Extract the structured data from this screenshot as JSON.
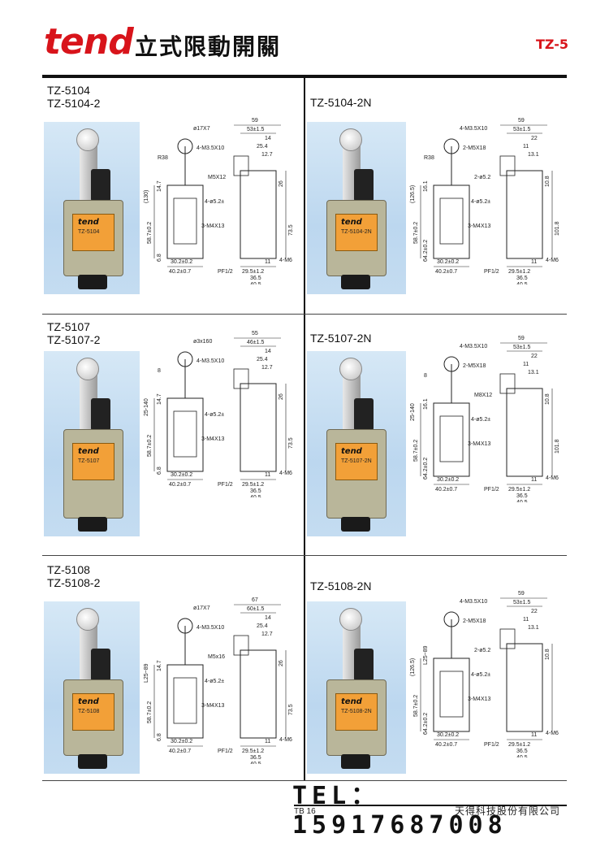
{
  "header": {
    "brand": "tend",
    "title": "立式限動開關",
    "series_code": "TZ-5"
  },
  "colors": {
    "brand_red": "#d8141b",
    "plate_orange": "#f2a038",
    "housing": "#b9b69a",
    "photo_bg": "#c4dcf1"
  },
  "products": [
    {
      "models": [
        "TZ-5104",
        "TZ-5104-2"
      ],
      "plate_brand": "tend",
      "plate_model": "TZ-5104",
      "dims": {
        "d1": "59",
        "d2": "53±1.5",
        "d3": "14",
        "d4": "25.4",
        "d5": "12.7",
        "d6": "26",
        "d7": "73.5",
        "d8": "11",
        "d9": "29.5±1.2",
        "d10": "36.5",
        "d11": "40.5",
        "d12": "30.2±0.2",
        "d13": "40.2±0.7",
        "d14": "58.7±0.2",
        "d15": "(130)",
        "d16": "14.7",
        "d17": "6.8",
        "d18": "R38",
        "n1": "ø17X7",
        "n2": "4-M3.5X10",
        "n3": "M5X12",
        "n4": "4-ø5.2±",
        "n5": "3-M4X13",
        "n6": "4-M6",
        "n7": "PF1/2"
      }
    },
    {
      "models": [
        "TZ-5104-2N"
      ],
      "plate_brand": "tend",
      "plate_model": "TZ-5104-2N",
      "dims": {
        "d1": "59",
        "d2": "53±1.5",
        "d3": "22",
        "d4": "11",
        "d5": "13.1",
        "d6": "10.8",
        "d7": "101.8",
        "d8": "11",
        "d9": "29.5±1.2",
        "d10": "36.5",
        "d11": "40.5",
        "d12": "30.2±0.2",
        "d13": "40.2±0.7",
        "d14": "58.7±0.2",
        "d15": "(126.5)",
        "d16": "16.1",
        "d17": "64.2±0.2",
        "d18": "R38",
        "n1": "4-M3.5X10",
        "n2": "2-M5X18",
        "n3": "2-ø5.2",
        "n4": "4-ø5.2±",
        "n5": "3-M4X13",
        "n6": "4-M6",
        "n7": "PF1/2"
      }
    },
    {
      "models": [
        "TZ-5107",
        "TZ-5107-2"
      ],
      "plate_brand": "tend",
      "plate_model": "TZ-5107",
      "dims": {
        "d1": "55",
        "d2": "46±1.5",
        "d3": "14",
        "d4": "25.4",
        "d5": "12.7",
        "d6": "26",
        "d7": "73.5",
        "d8": "11",
        "d9": "29.5±1.2",
        "d10": "36.5",
        "d11": "40.5",
        "d12": "30.2±0.2",
        "d13": "40.2±0.7",
        "d14": "58.7±0.2",
        "d15": "25-140",
        "d16": "14.7",
        "d17": "6.8",
        "d18": "8",
        "n1": "ø3x160",
        "n2": "4-M3.5X10",
        "n3": "",
        "n4": "4-ø5.2±",
        "n5": "3-M4X13",
        "n6": "4-M6",
        "n7": "PF1/2"
      }
    },
    {
      "models": [
        "TZ-5107-2N"
      ],
      "plate_brand": "tend",
      "plate_model": "TZ-5107-2N",
      "dims": {
        "d1": "59",
        "d2": "53±1.5",
        "d3": "22",
        "d4": "11",
        "d5": "13.1",
        "d6": "10.8",
        "d7": "101.8",
        "d8": "11",
        "d9": "29.5±1.2",
        "d10": "36.5",
        "d11": "40.5",
        "d12": "30.2±0.2",
        "d13": "40.2±0.7",
        "d14": "58.7±0.2",
        "d15": "25-140",
        "d16": "16.1",
        "d17": "64.2±0.2",
        "d18": "8",
        "n1": "4-M3.5X10",
        "n2": "2-M5X18",
        "n3": "M8X12",
        "n4": "4-ø5.2±",
        "n5": "3-M4X13",
        "n6": "4-M6",
        "n7": "PF1/2"
      }
    },
    {
      "models": [
        "TZ-5108",
        "TZ-5108-2"
      ],
      "plate_brand": "tend",
      "plate_model": "TZ-5108",
      "dims": {
        "d1": "67",
        "d2": "60±1.5",
        "d3": "14",
        "d4": "25.4",
        "d5": "12.7",
        "d6": "26",
        "d7": "73.5",
        "d8": "11",
        "d9": "29.5±1.2",
        "d10": "36.5",
        "d11": "40.5",
        "d12": "30.2±0.2",
        "d13": "40.2±0.7",
        "d14": "58.7±0.2",
        "d15": "L25~89",
        "d16": "14.7",
        "d17": "6.8",
        "d18": "",
        "n1": "ø17X7",
        "n2": "4-M3.5X10",
        "n3": "M5x16",
        "n4": "4-ø5.2±",
        "n5": "3-M4X13",
        "n6": "4-M6",
        "n7": "PF1/2"
      }
    },
    {
      "models": [
        "TZ-5108-2N"
      ],
      "plate_brand": "tend",
      "plate_model": "TZ-5108-2N",
      "dims": {
        "d1": "59",
        "d2": "53±1.5",
        "d3": "22",
        "d4": "11",
        "d5": "13.1",
        "d6": "10.8",
        "d7": "",
        "d8": "11",
        "d9": "29.5±1.2",
        "d10": "36.5",
        "d11": "40.5",
        "d12": "30.2±0.2",
        "d13": "40.2±0.7",
        "d14": "58.7±0.2",
        "d15": "(126.5)",
        "d16": "L25~89",
        "d17": "64.2±0.2",
        "d18": "",
        "n1": "4-M3.5X10",
        "n2": "2-M5X18",
        "n3": "2-ø5.2",
        "n4": "4-ø5.2±",
        "n5": "3-M4X13",
        "n6": "4-M6",
        "n7": "PF1/2"
      }
    }
  ],
  "footer": {
    "tel": "TEL： 15917687008",
    "page": "TB 16",
    "company": "天得科技股份有限公司"
  }
}
